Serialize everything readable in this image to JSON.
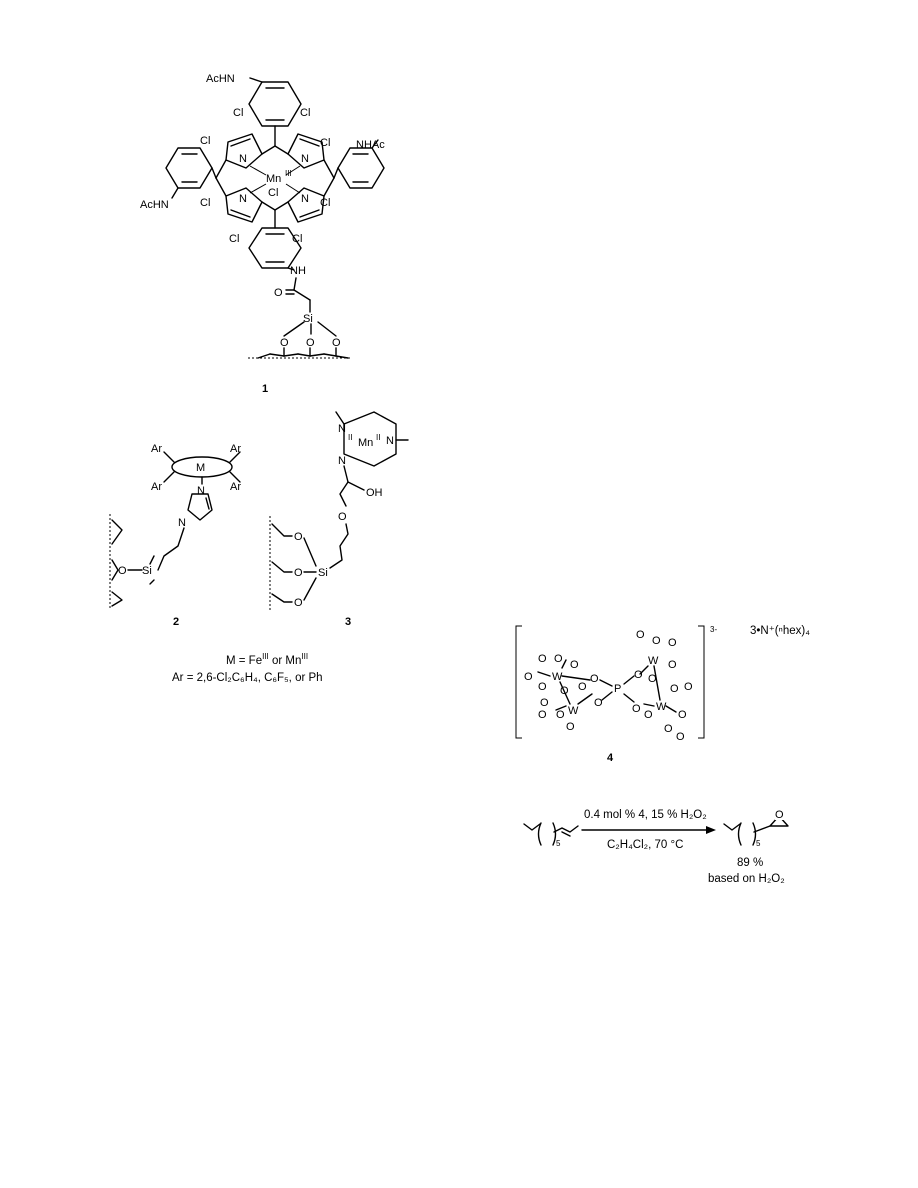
{
  "compound1": {
    "number": "1",
    "acetamido_top": "AcHN",
    "acetamido_left": "AcHN",
    "acetamido_right": "NHAc",
    "chloro": "Cl",
    "metal": "Mn",
    "metal_ox": "III",
    "axial": "Cl",
    "nitrogen": "N",
    "amide_nh": "NH",
    "oxygen": "O",
    "silicon": "Si"
  },
  "compound2": {
    "number": "2",
    "aryl": "Ar",
    "metal": "M",
    "nitrogen": "N",
    "oxygen": "O",
    "silicon": "Si",
    "definition_m": "M = Fe",
    "definition_m_ox1": "III",
    "definition_m_or": " or Mn",
    "definition_m_ox2": "III",
    "definition_ar": "Ar = 2,6-Cl₂C₆H₄, C₆F₅, or Ph"
  },
  "compound3": {
    "number": "3",
    "metal": "Mn",
    "metal_ox": "II",
    "nitrogen": "N",
    "hydroxyl": "OH",
    "oxygen": "O",
    "silicon": "Si"
  },
  "compound4": {
    "number": "4",
    "charge": "3-",
    "counterion": "3•N⁺(ⁿhex)₄",
    "tungsten": "W",
    "phosphorus": "P",
    "oxygen": "O"
  },
  "reaction": {
    "conditions_top": "0.4 mol % 4, 15 % H₂O₂",
    "conditions_bottom": "C₂H₄Cl₂, 70 °C",
    "chain_repeat": "5",
    "yield": "89 %",
    "basis": "based on H₂O₂"
  }
}
